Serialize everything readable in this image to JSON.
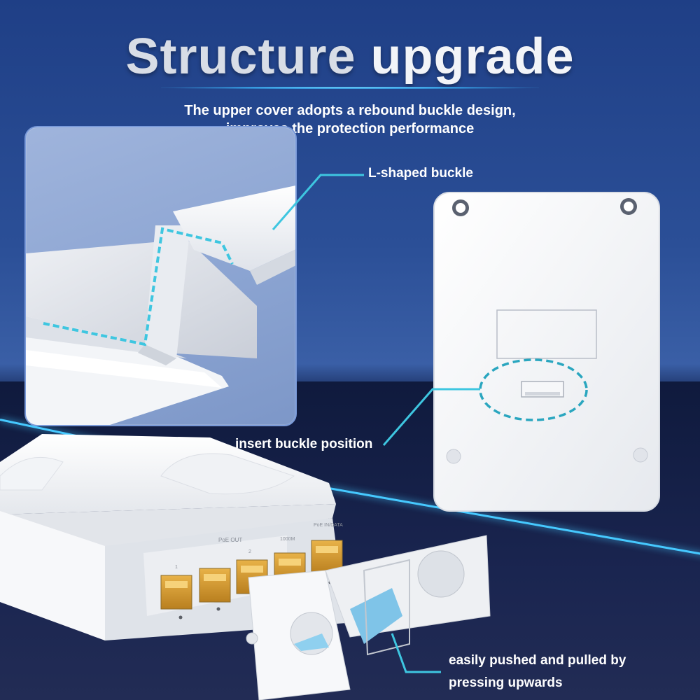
{
  "title": {
    "part1": "Structure",
    "part2": "upgrade"
  },
  "subtitle": {
    "line1": "The upper cover adopts a rebound buckle design,",
    "line2": "improves the protection performance"
  },
  "callouts": {
    "l_shaped": "L-shaped buckle",
    "insert_position": "insert buckle position",
    "push_pull_line1": "easily pushed and pulled by",
    "push_pull_line2": "pressing upwards"
  },
  "device": {
    "poe_out_label": "PoE OUT",
    "port_1": "1",
    "port_2": "2",
    "port_speed": "1000M",
    "poe_in_label": "PoE IN/DATA"
  },
  "colors": {
    "accent_cyan": "#3ec6e0",
    "background_blue": "#2b4f97",
    "device_white": "#f4f5f7"
  }
}
